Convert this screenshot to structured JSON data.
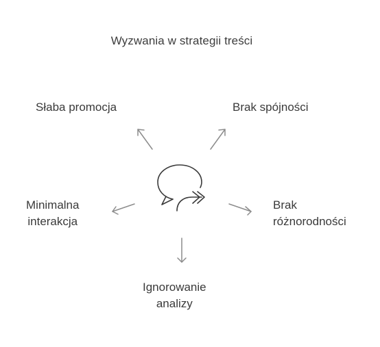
{
  "title": "Wyzwania w strategii treści",
  "center": {
    "icon": "speech-bubble-forward-icon"
  },
  "challenges": [
    {
      "id": "slaba",
      "lines": [
        "Słaba promocja"
      ]
    },
    {
      "id": "brak-spojnosci",
      "lines": [
        "Brak spójności"
      ]
    },
    {
      "id": "minimalna",
      "lines": [
        "Minimalna",
        "interakcja"
      ]
    },
    {
      "id": "brak-roznorodnosci",
      "lines": [
        "Brak",
        "różnorodności"
      ]
    },
    {
      "id": "ignorowanie",
      "lines": [
        "Ignorowanie",
        "analizy"
      ]
    }
  ]
}
